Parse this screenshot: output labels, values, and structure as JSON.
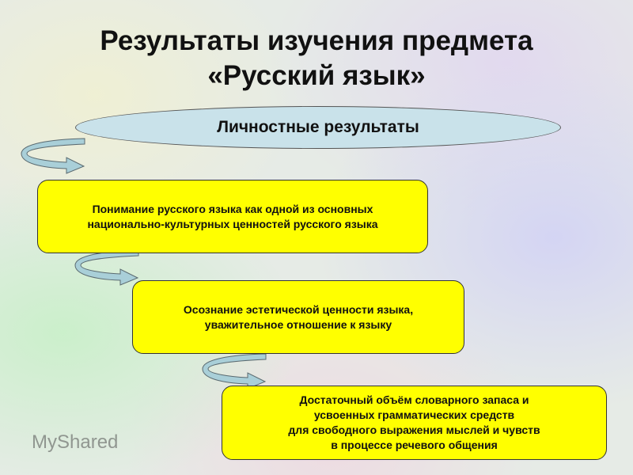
{
  "title": {
    "line1": "Результаты изучения предмета",
    "line2": "«Русский язык»"
  },
  "header_ellipse": "Личностные результаты",
  "results": [
    {
      "lines": [
        "Понимание русского языка как одной из основных",
        "национально-культурных ценностей русского языка"
      ]
    },
    {
      "lines": [
        "Осознание эстетической ценности языка,",
        "уважительное отношение к языку"
      ]
    },
    {
      "lines": [
        "Достаточный объём словарного запаса и",
        "усвоенных грамматических средств",
        "для свободного выражения мыслей и чувств",
        "в процессе речевого общения"
      ]
    }
  ],
  "watermark": "MyShared",
  "colors": {
    "box": "#ffff00",
    "ellipse": "#c9e2ea",
    "arrow": "#a9cfd8"
  }
}
